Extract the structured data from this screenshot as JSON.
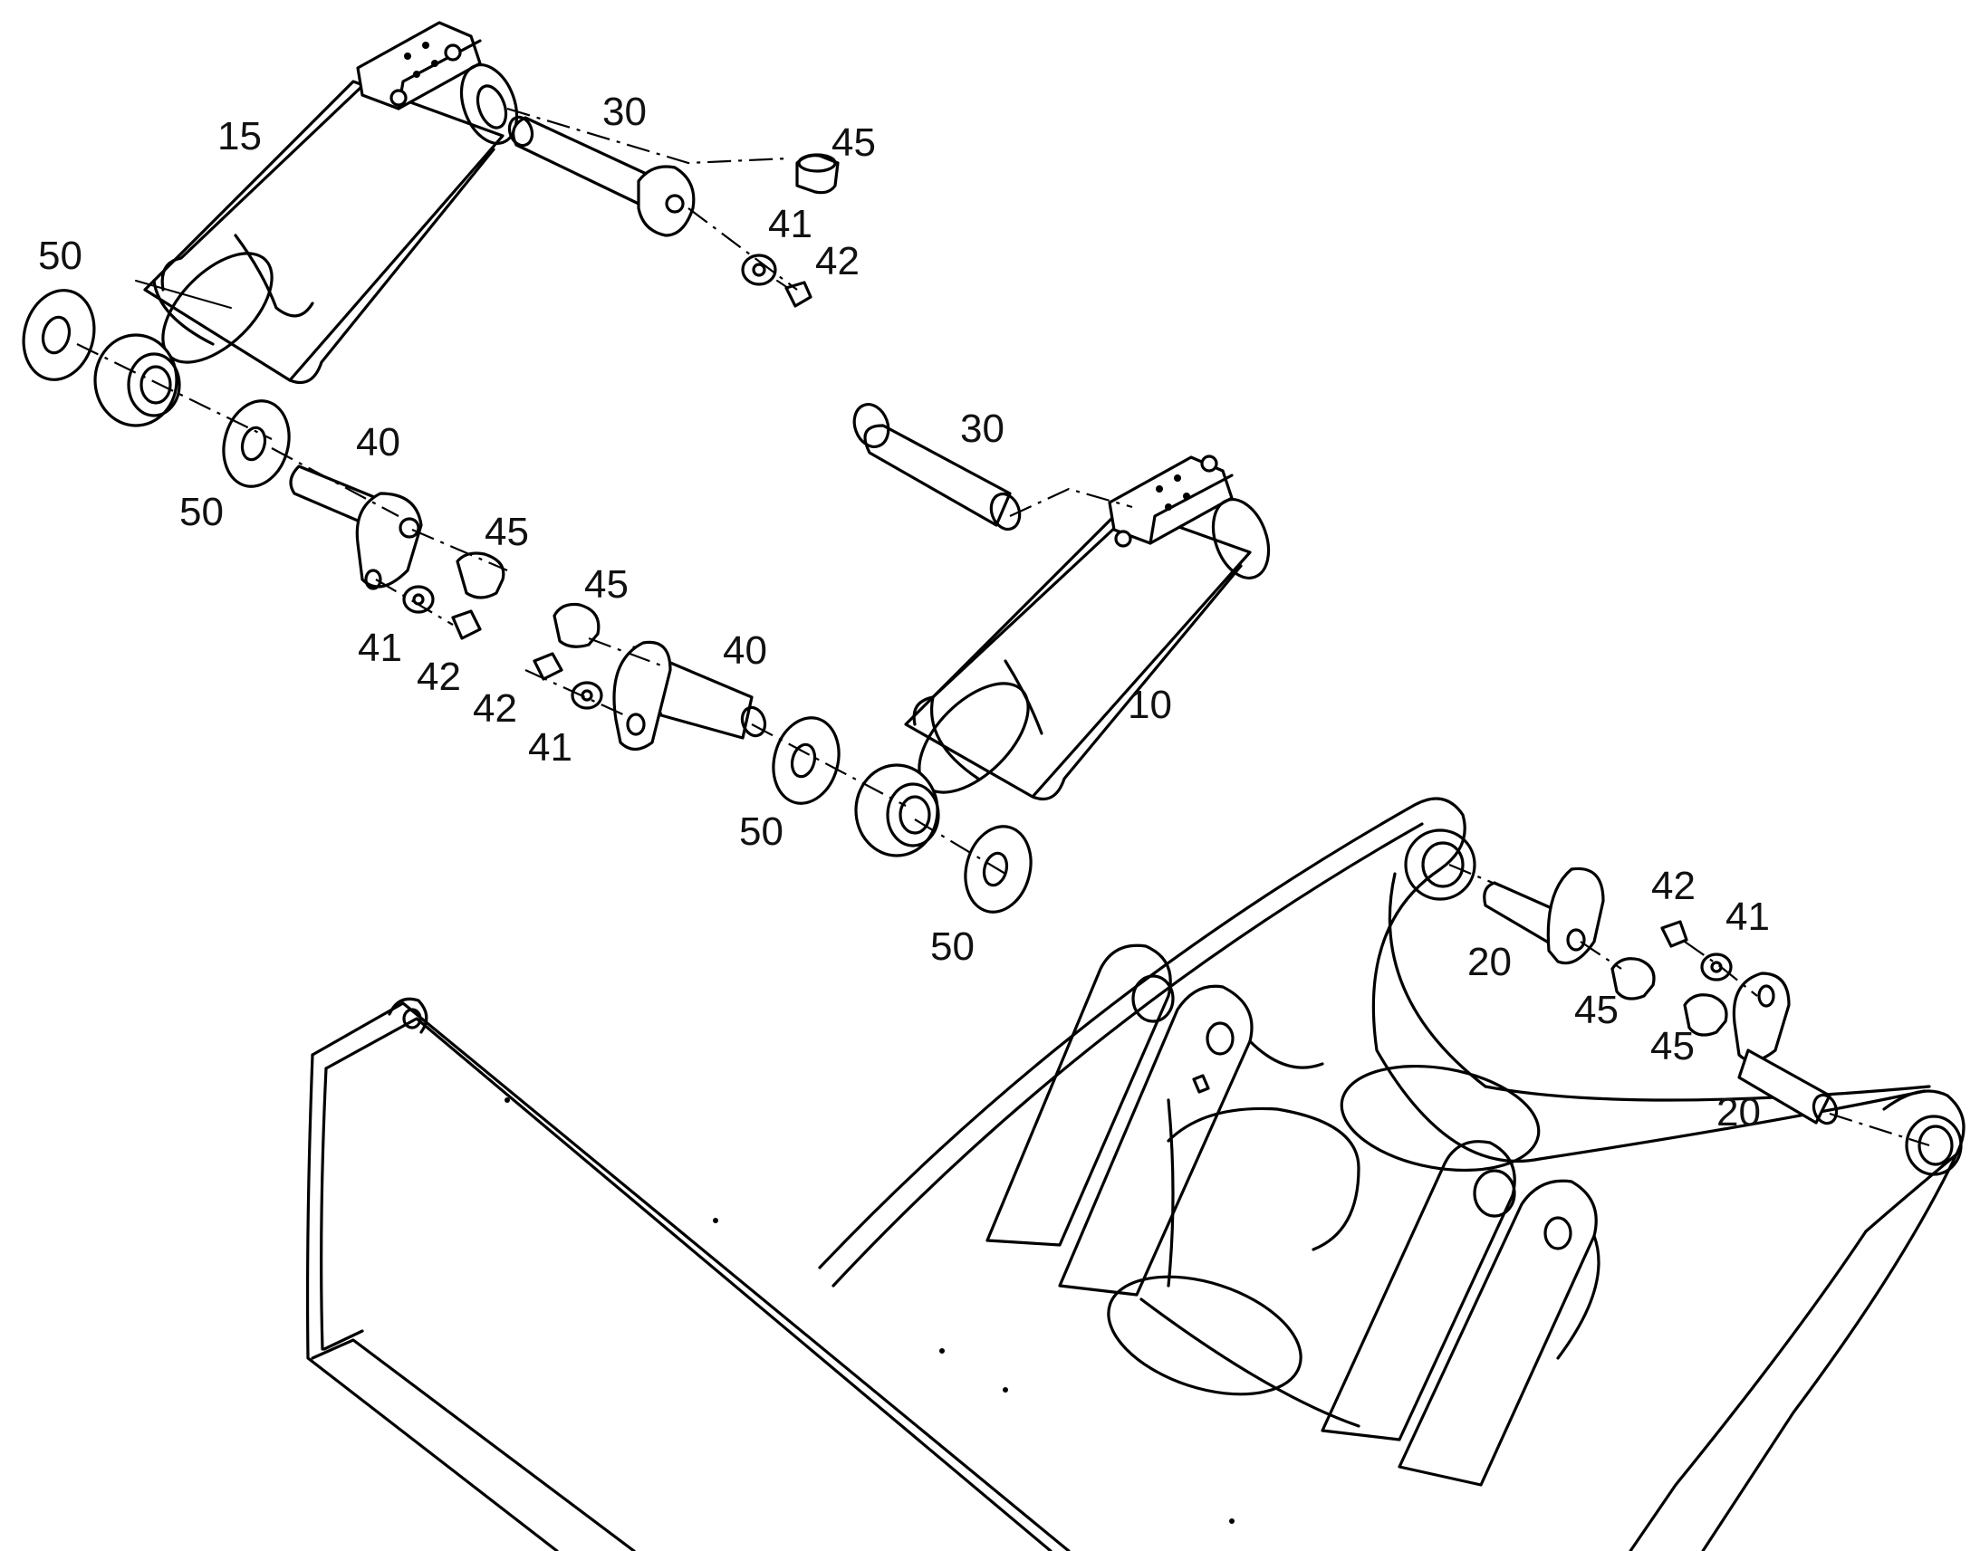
{
  "callouts": [
    {
      "id": "c15",
      "text": "15"
    },
    {
      "id": "c30a",
      "text": "30"
    },
    {
      "id": "c45a",
      "text": "45"
    },
    {
      "id": "c41a",
      "text": "41"
    },
    {
      "id": "c42a",
      "text": "42"
    },
    {
      "id": "c50a",
      "text": "50"
    },
    {
      "id": "c50b",
      "text": "50"
    },
    {
      "id": "c40a",
      "text": "40"
    },
    {
      "id": "c45b",
      "text": "45"
    },
    {
      "id": "c41b",
      "text": "41"
    },
    {
      "id": "c42b",
      "text": "42"
    },
    {
      "id": "c30b",
      "text": "30"
    },
    {
      "id": "c45c",
      "text": "45"
    },
    {
      "id": "c40b",
      "text": "40"
    },
    {
      "id": "c42c",
      "text": "42"
    },
    {
      "id": "c41c",
      "text": "41"
    },
    {
      "id": "c10",
      "text": "10"
    },
    {
      "id": "c50c",
      "text": "50"
    },
    {
      "id": "c50d",
      "text": "50"
    },
    {
      "id": "c42d",
      "text": "42"
    },
    {
      "id": "c41d",
      "text": "41"
    },
    {
      "id": "c20a",
      "text": "20"
    },
    {
      "id": "c45d",
      "text": "45"
    },
    {
      "id": "c45e",
      "text": "45"
    },
    {
      "id": "c20b",
      "text": "20"
    }
  ]
}
